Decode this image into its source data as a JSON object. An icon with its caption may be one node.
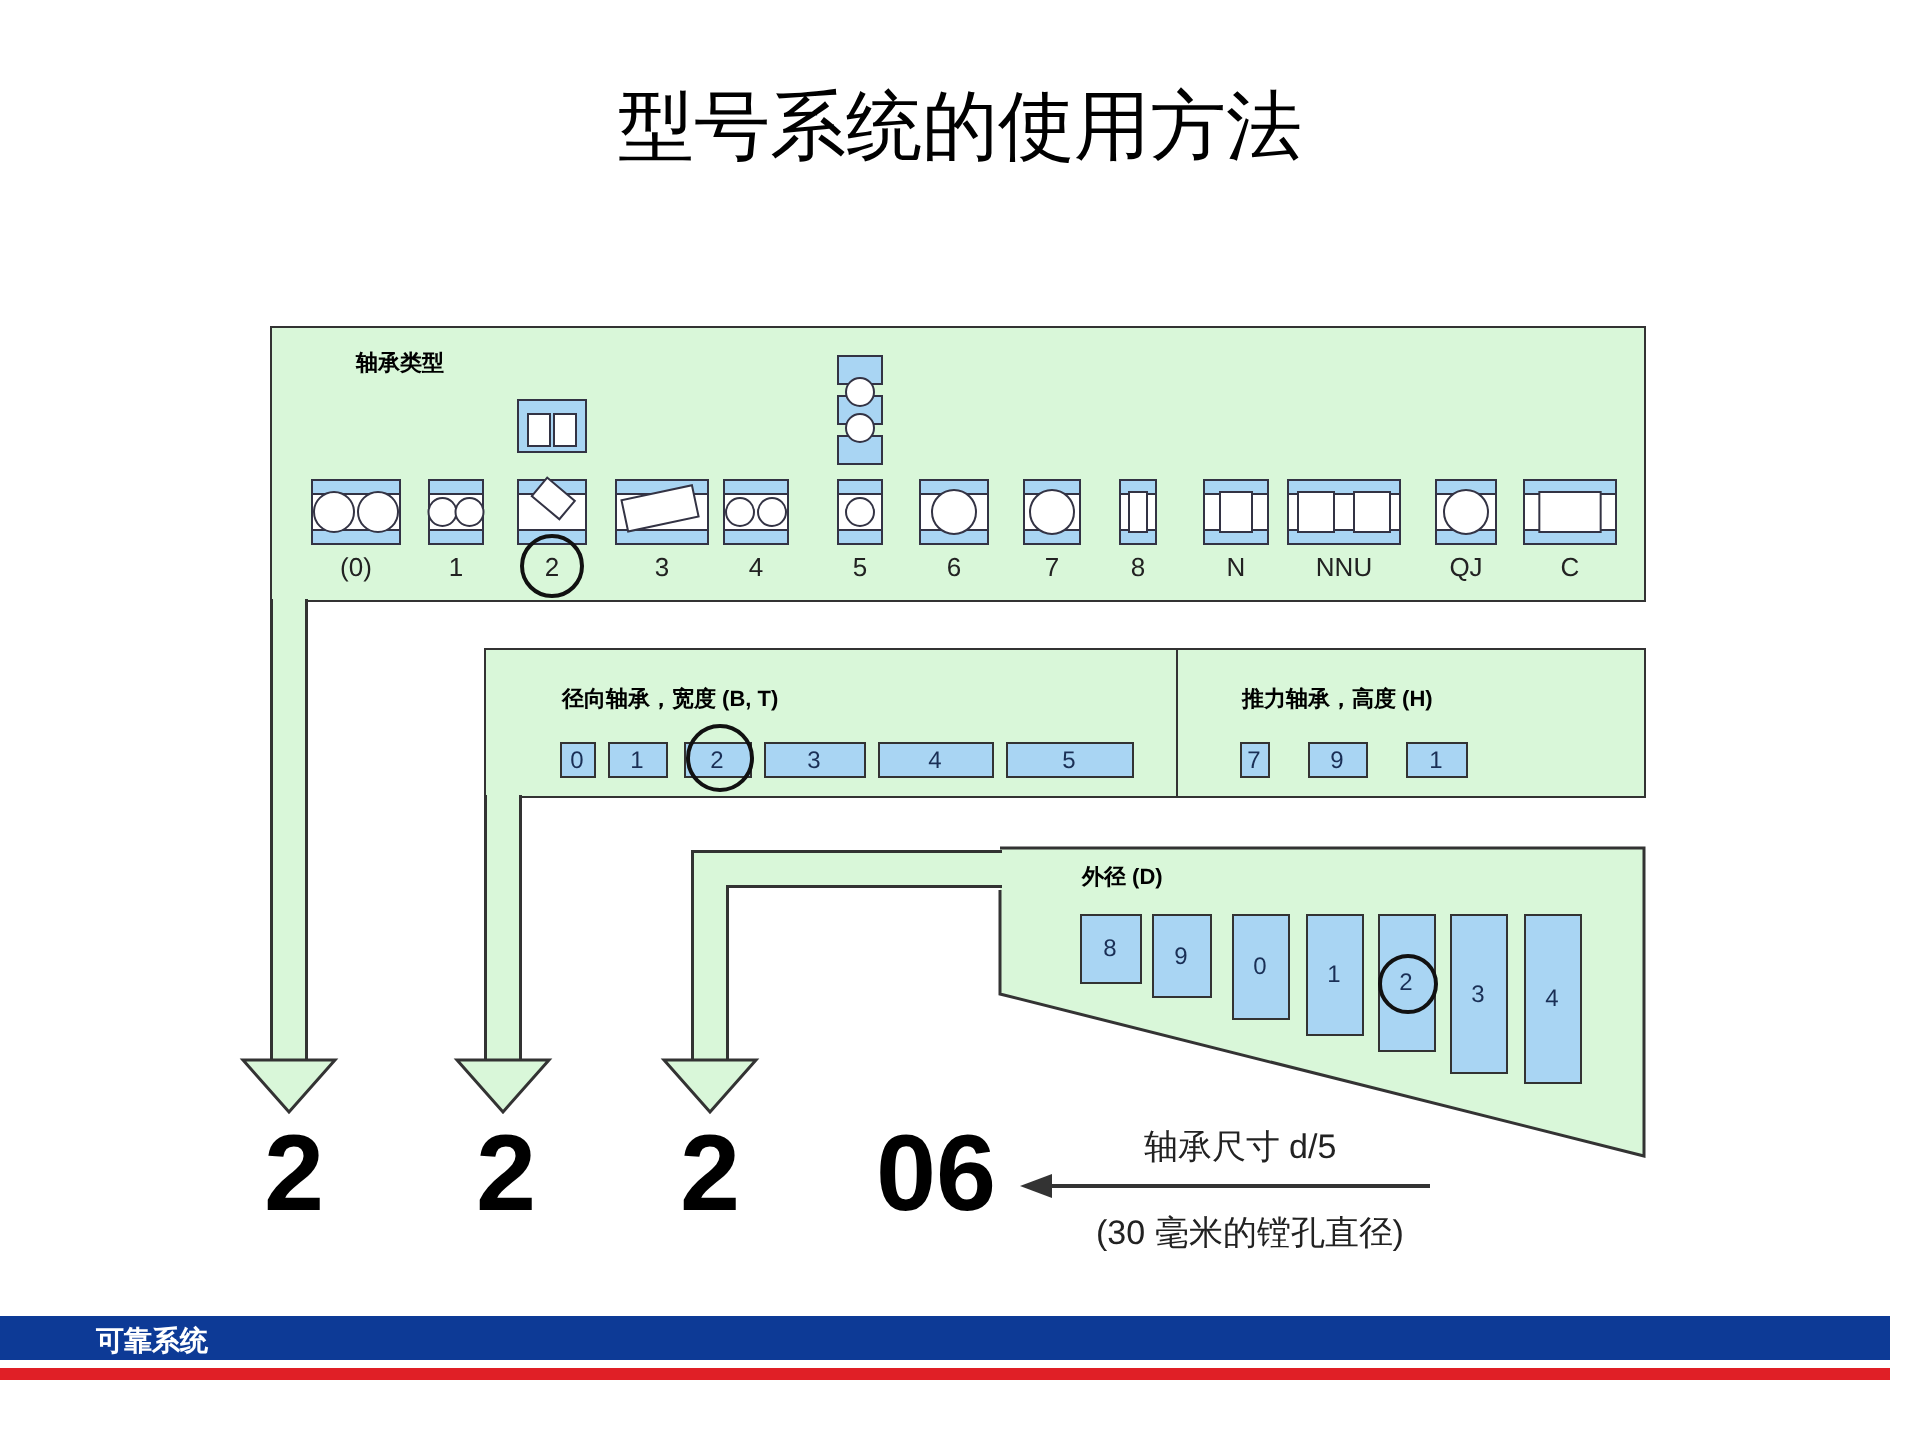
{
  "diagram": {
    "title": "型号系统的使用方法",
    "nodes": [
      {
        "text": [
          "轴承类型"
        ]
      },
      {
        "text": [
          "径向轴承，宽度 (B, T)"
        ]
      },
      {
        "text": [
          "推力轴承，高度 (H)"
        ]
      },
      {
        "text": [
          "0"
        ],
        "in": 1
      },
      {
        "text": [
          "1"
        ],
        "in": 1
      },
      {
        "text": [
          "2"
        ],
        "in": 1
      },
      {
        "text": [
          "3"
        ],
        "in": 1
      },
      {
        "text": [
          "4"
        ],
        "in": 1
      },
      {
        "text": [
          "5"
        ],
        "in": 1
      },
      {
        "text": [
          "7"
        ],
        "in": 2
      },
      {
        "text": [
          "9"
        ],
        "in": 2
      },
      {
        "text": [
          "1"
        ],
        "in": 2
      },
      {
        "text": [
          "外径 (D)"
        ]
      },
      {
        "text": [
          "8"
        ],
        "in": 12
      },
      {
        "text": [
          "9"
        ],
        "in": 12
      },
      {
        "text": [
          "0"
        ],
        "in": 12
      },
      {
        "text": [
          "1"
        ],
        "in": 12
      },
      {
        "text": [
          "2"
        ],
        "in": 12
      },
      {
        "text": [
          "3"
        ],
        "in": 12
      },
      {
        "text": [
          "4"
        ],
        "in": 12
      },
      {
        "text": [
          "2"
        ]
      },
      {
        "text": [
          "2"
        ]
      },
      {
        "text": [
          "2"
        ]
      },
      {
        "text": [
          "06"
        ]
      }
    ],
    "edges": [
      {
        "from": 0,
        "to": 20,
        "arrow": "to"
      },
      {
        "from": 1,
        "to": 21,
        "arrow": "to"
      },
      {
        "from": 12,
        "to": 22,
        "arrow": "to"
      },
      {
        "from": null,
        "to": 23,
        "arrow": "to",
        "label": "轴承尺寸 d/5",
        "color": "#333333"
      }
    ],
    "labels": [
      "(0)",
      "1",
      "2",
      "3",
      "4",
      "5",
      "6",
      "7",
      "8",
      "N",
      "NNU",
      "QJ",
      "C",
      "(30 毫米的镗孔直径)",
      "可靠系统"
    ]
  }
}
